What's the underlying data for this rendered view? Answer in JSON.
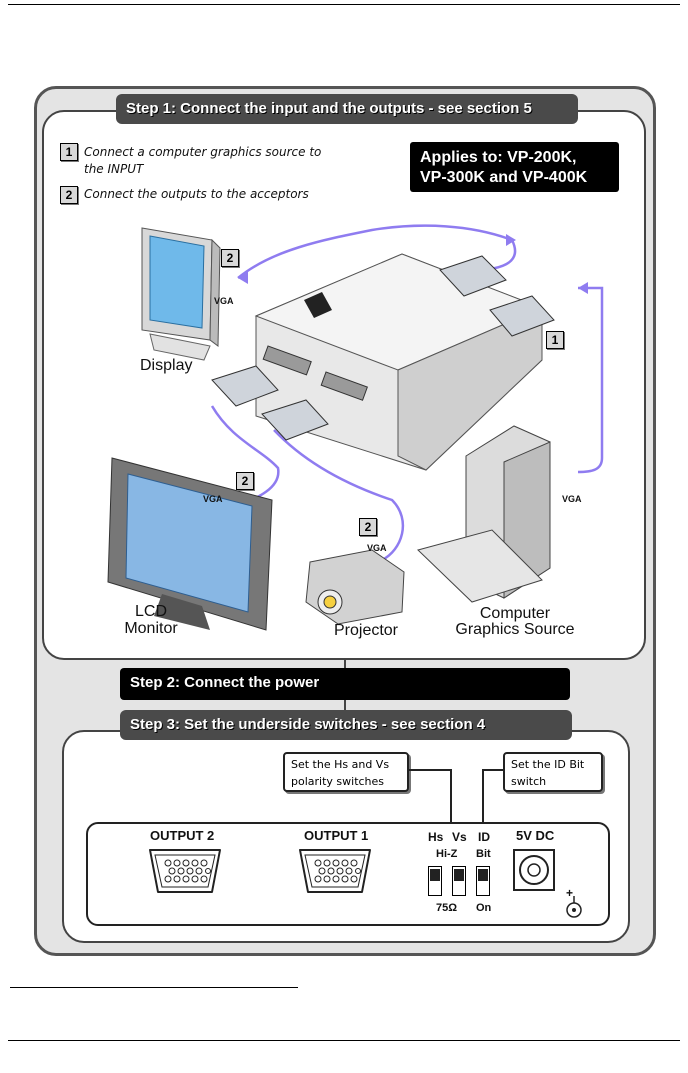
{
  "step1": {
    "banner": "Step 1: Connect the input and the outputs - see section 5",
    "instructions": [
      {
        "num": "1",
        "text": "Connect a computer graphics source to the INPUT"
      },
      {
        "num": "2",
        "text": "Connect the outputs to the acceptors"
      }
    ],
    "applies_line1": "Applies to: VP-200K,",
    "applies_line2": "VP-300K and VP-400K",
    "labels": {
      "display": "Display",
      "lcd1": "LCD",
      "lcd2": "Monitor",
      "projector": "Projector",
      "computer1": "Computer",
      "computer2": "Graphics Source",
      "vga": "VGA"
    },
    "markers": [
      "2",
      "1",
      "2",
      "2"
    ]
  },
  "step2": {
    "banner": "Step 2: Connect the power"
  },
  "step3": {
    "banner": "Step 3: Set the underside switches  - see section 4",
    "callout_polarity": "Set the Hs and Vs polarity switches",
    "callout_id": "Set the ID Bit switch",
    "panel": {
      "output2": "OUTPUT 2",
      "output1": "OUTPUT 1",
      "hs": "Hs",
      "vs": "Vs",
      "id": "ID",
      "hiz": "Hi-Z",
      "bit": "Bit",
      "ohm": "75Ω",
      "on": "On",
      "power": "5V DC",
      "plus": "+"
    }
  }
}
